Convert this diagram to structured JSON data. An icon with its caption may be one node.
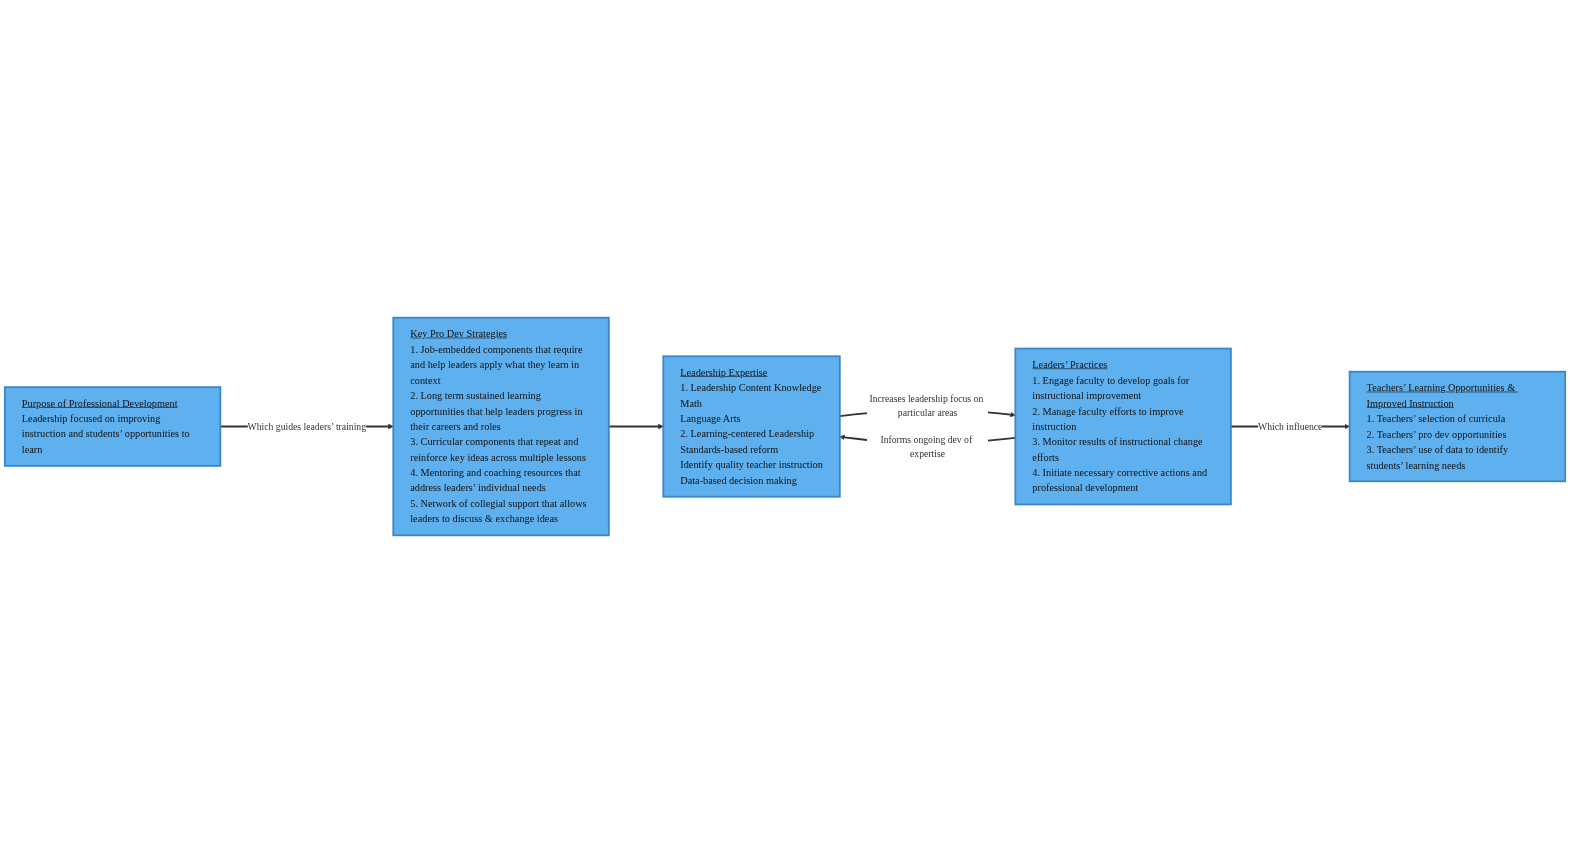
{
  "diagram": {
    "nodes": [
      {
        "text": [
          "Purpose of Professional Development",
          "Leadership focused on improving instruction and students’ opportunities to learn"
        ]
      },
      {
        "text": [
          "Key Pro Dev Strategies",
          "1. Job-embedded components that require and help leaders apply what they learn in context",
          "2. Long term sustained learning opportunities that help leaders progress in their careers and roles",
          "3. Curricular components that repeat and reinforce key ideas across multiple lessons",
          "4. Mentoring and coaching resources that address leaders’ individual needs",
          "5. Network of collegial support that allows leaders to discuss & exchange ideas"
        ]
      },
      {
        "text": [
          "Leadership Expertise",
          "1. Leadership Content Knowledge",
          "Math",
          "Language Arts",
          "2. Learning-centered Leadership",
          "Standards-based reform",
          "Identify quality teacher instruction",
          "Data-based decision making"
        ]
      },
      {
        "text": [
          "Leaders’ Practices",
          "1. Engage faculty to develop goals for instructional improvement",
          "2. Manage faculty efforts to improve instruction",
          "3. Monitor results of instructional change efforts",
          "4. Initiate necessary corrective actions and professional development"
        ]
      },
      {
        "text": [
          "Teachers’ Learning Opportunities & Improved Instruction",
          "1. Teachers’ selection of curricula",
          "2. Teachers’ pro dev opportunities",
          "3. Teachers’ use of data to identify students’ learning needs"
        ]
      }
    ],
    "edges": [
      {
        "from": 0,
        "to": 1,
        "arrow": "to",
        "label": "Which guides leaders’ training"
      },
      {
        "from": 1,
        "to": 2,
        "arrow": "to"
      },
      {
        "from": 2,
        "to": 3,
        "arrow": "to",
        "label": "Increases leadership focus on particular areas"
      },
      {
        "from": 3,
        "to": 2,
        "arrow": "to",
        "label": "Informs ongoing dev of expertise"
      },
      {
        "from": 3,
        "to": 4,
        "arrow": "to",
        "label": "Which influence"
      }
    ]
  }
}
